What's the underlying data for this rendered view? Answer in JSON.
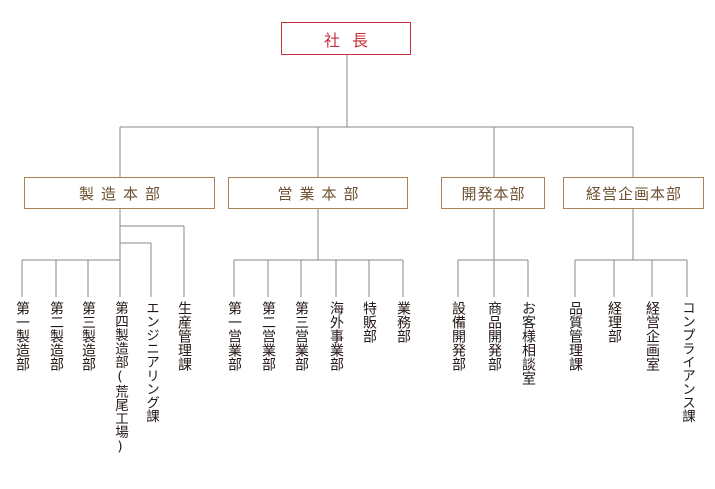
{
  "root": {
    "label": "社長"
  },
  "divisions": [
    {
      "label": "製造本部",
      "departments": [
        "第一製造部",
        "第二製造部",
        "第三製造部",
        "第四製造部(荒尾工場)",
        "エンジニアリング課",
        "生産管理課"
      ]
    },
    {
      "label": "営業本部",
      "departments": [
        "第一営業部",
        "第二営業部",
        "第三営業部",
        "海外事業部",
        "特販部",
        "業務部"
      ]
    },
    {
      "label": "開発本部",
      "departments": [
        "設備開発部",
        "商品開発部",
        "お客様相談室"
      ]
    },
    {
      "label": "経営企画本部",
      "departments": [
        "品質管理課",
        "経理部",
        "経営企画室",
        "コンプライアンス課"
      ]
    }
  ],
  "colors": {
    "root": "#c9323a",
    "division_border": "#a88157",
    "division_text": "#6e5130",
    "lines": "#8a8a8a"
  }
}
